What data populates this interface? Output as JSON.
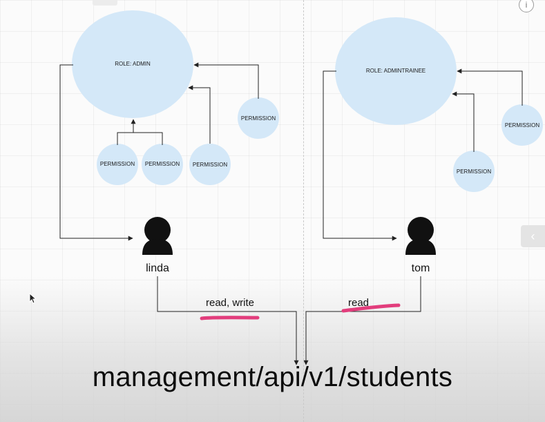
{
  "roles": [
    {
      "name": "ROLE: ADMIN",
      "permissions": [
        "PERMISSION",
        "PERMISSION",
        "PERMISSION",
        "PERMISSION"
      ]
    },
    {
      "name": "ROLE: ADMINTRAINEE",
      "permissions": [
        "PERMISSION",
        "PERMISSION"
      ]
    }
  ],
  "users": [
    {
      "name": "linda",
      "access": "read, write"
    },
    {
      "name": "tom",
      "access": "read"
    }
  ],
  "endpoint": "management/api/v1/students",
  "ui": {
    "info_icon": "info-icon",
    "collapse_icon": "chevron-left-icon",
    "info_glyph": "i",
    "collapse_glyph": "‹"
  },
  "colors": {
    "node_fill": "#d4e8f8",
    "highlight": "#e23d7c",
    "line": "#222222"
  }
}
